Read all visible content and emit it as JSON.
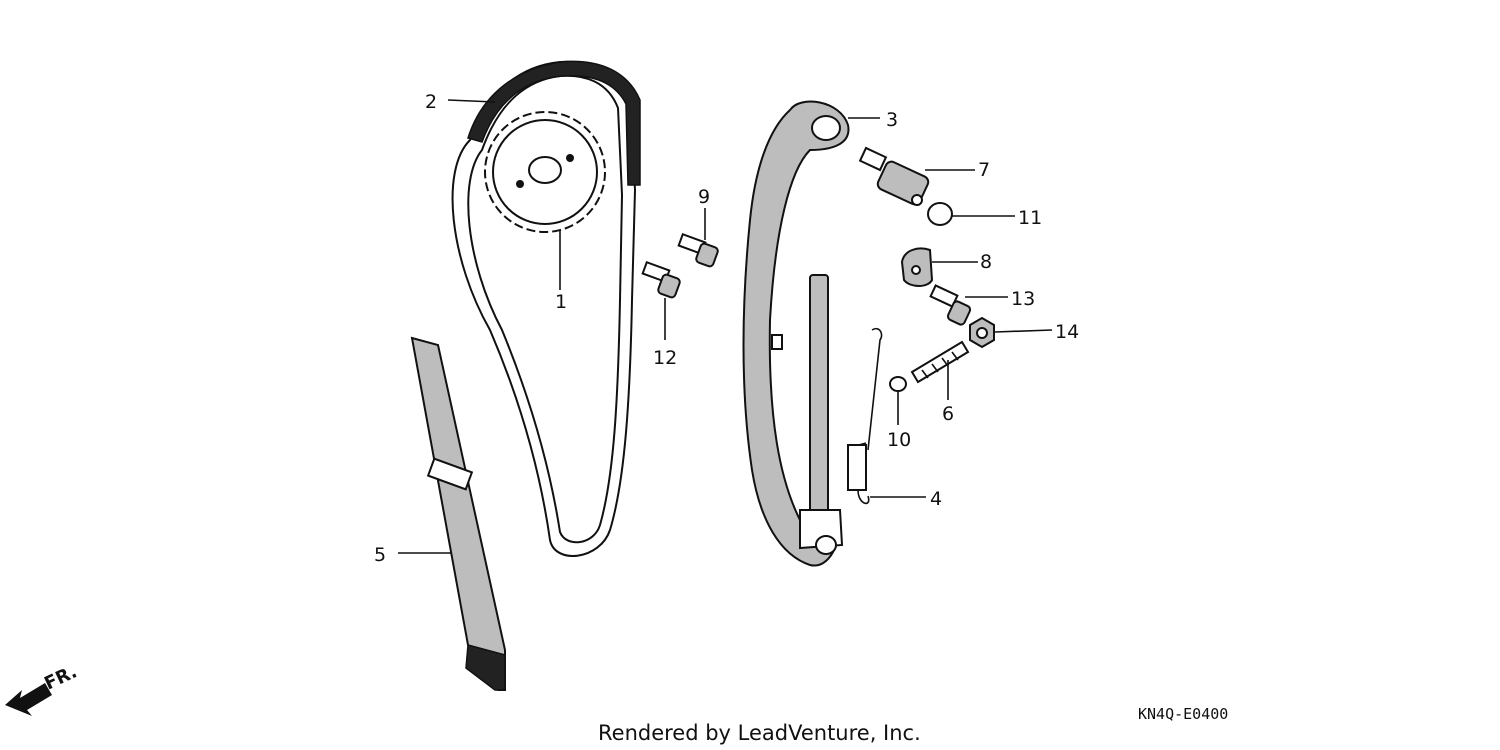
{
  "diagram": {
    "callouts": [
      "1",
      "2",
      "3",
      "4",
      "5",
      "6",
      "7",
      "8",
      "9",
      "10",
      "11",
      "12",
      "13",
      "14"
    ],
    "diagram_code": "KN4Q-E0400",
    "credit": "Rendered by LeadVenture, Inc.",
    "direction_label": "FR."
  }
}
